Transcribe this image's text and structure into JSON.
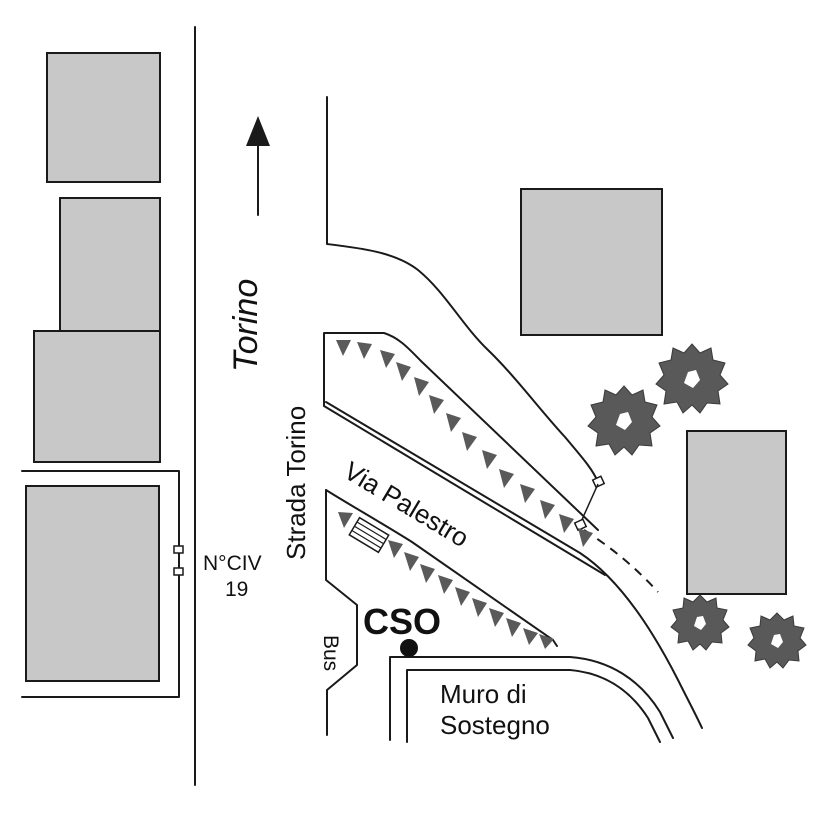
{
  "labels": {
    "direction": "Torino",
    "strada": "Strada Torino",
    "via": "Via Palestro",
    "civic_line1": "N°CIV",
    "civic_line2": "19",
    "bus": "Bus",
    "cso": "CSO",
    "wall_line1": "Muro di",
    "wall_line2": "Sostegno"
  },
  "icons": {
    "direction_arrow": "arrow-up-icon",
    "location_marker": "dot-marker-icon",
    "tree": "tree-icon"
  },
  "colors": {
    "building_fill": "#c8c8c8",
    "tree_fill": "#595959",
    "line": "#1a1a1a"
  }
}
